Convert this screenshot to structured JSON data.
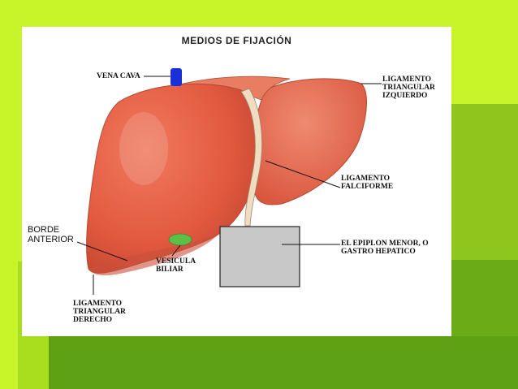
{
  "diagram": {
    "title": "MEDIOS DE FIJACIÓN",
    "labels": {
      "vena_cava": "VENA CAVA",
      "ligamento_triangular_izquierdo": "LIGAMENTO\nTRIANGULAR\nIZQUIERDO",
      "ligamento_falciforme": "LIGAMENTO\nFALCIFORME",
      "borde_anterior": "BORDE\nANTERIOR",
      "vesicula_biliar": "VESICULA\nBILIAR",
      "epiplon_menor": "EL EPIPLON MENOR, O\nGASTRO HEPATICO",
      "ligamento_triangular_derecho": "LIGAMENTO\nTRIANGULAR\nDERECHO"
    }
  },
  "colors": {
    "background": "#c8f52a",
    "liver": "#e8644a",
    "vena_cava": "#1a2fd6",
    "gallbladder": "#5dbf4a",
    "placeholder_box": "#c8c8c8"
  }
}
